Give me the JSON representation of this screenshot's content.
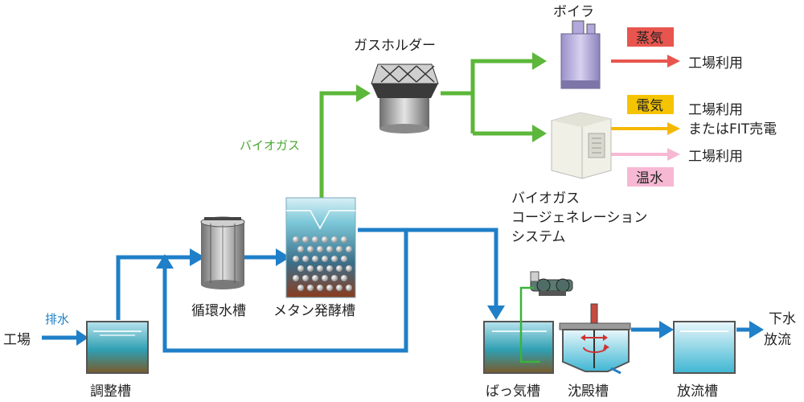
{
  "labels": {
    "factory": "工場",
    "wastewater": "排水",
    "adjust_tank": "調整槽",
    "circulation_tank": "循環水槽",
    "methane_tank": "メタン発酵槽",
    "biogas": "バイオガス",
    "gas_holder": "ガスホルダー",
    "boiler": "ボイラ",
    "steam": "蒸気",
    "factory_use_1": "工場利用",
    "electricity": "電気",
    "factory_use_2": "工場利用",
    "fit_sale": "またはFIT売電",
    "hot_water": "温水",
    "factory_use_3": "工場利用",
    "cogen_line1": "バイオガス",
    "cogen_line2": "コージェネレーション",
    "cogen_line3": "システム",
    "aeration_tank": "ばっ気槽",
    "settling_tank": "沈殿槽",
    "discharge_tank": "放流槽",
    "sewer_line1": "下水",
    "sewer_line2": "放流"
  },
  "colors": {
    "water_flow": "#1f7fc8",
    "gas_flow": "#5cb73a",
    "steam_tag": "#e8554e",
    "electric_tag": "#f5c400",
    "electric_arrow": "#f5b800",
    "hotwater_tag": "#f7b8d4",
    "hotwater_arrow": "#f7b8d4"
  }
}
